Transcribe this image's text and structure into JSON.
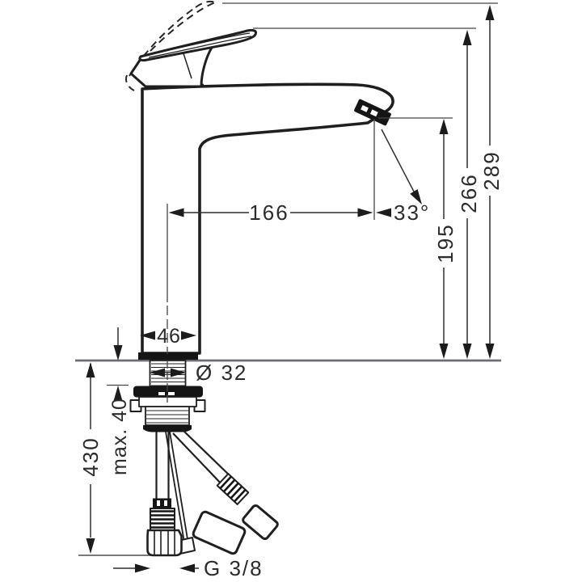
{
  "drawing": {
    "kind": "faucet installation dimension drawing",
    "labels": {
      "total_height": "289",
      "handle_rest_height": "266",
      "spout_outlet_height": "195",
      "spout_reach": "166",
      "spray_angle": "33°",
      "body_width": "46",
      "shank_diameter": "Ø 32",
      "max_mounting_thickness": "max. 40",
      "hose_length": "430",
      "thread_size": "G 3/8"
    },
    "colors": {
      "outline": "#1f1f1f",
      "dimension_line": "#2f2f2f",
      "counter_line": "#6d6e71",
      "background": "#ffffff"
    }
  }
}
